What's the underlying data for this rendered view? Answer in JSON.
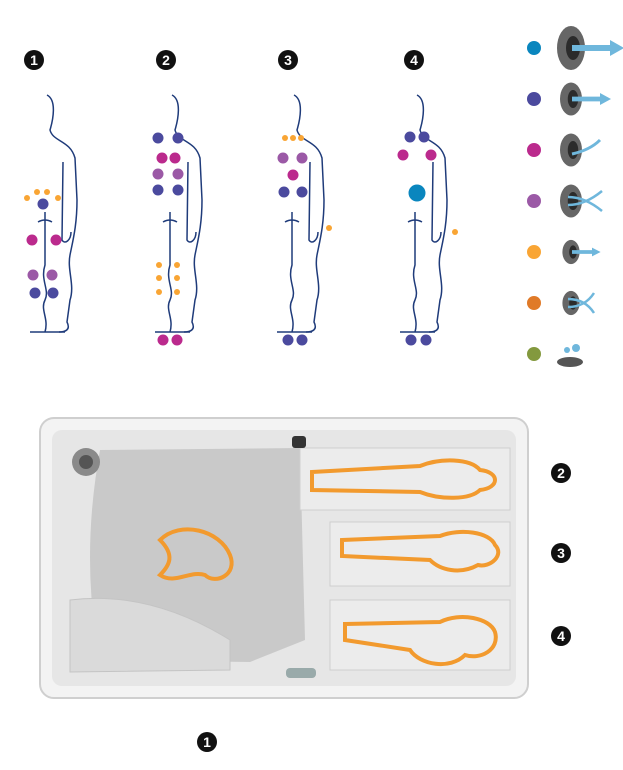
{
  "seat_labels": [
    "1",
    "2",
    "3",
    "4"
  ],
  "legend": [
    {
      "color": "#0a86be",
      "icon": "large-direct-jet-icon"
    },
    {
      "color": "#4b4a9e",
      "icon": "medium-direct-jet-icon"
    },
    {
      "color": "#bb2a8d",
      "icon": "rotating-jet-icon"
    },
    {
      "color": "#9b59a6",
      "icon": "twin-rotating-jet-icon"
    },
    {
      "color": "#f9a534",
      "icon": "small-direct-jet-icon"
    },
    {
      "color": "#e07a28",
      "icon": "small-twin-jet-icon"
    },
    {
      "color": "#83993e",
      "icon": "bubble-jet-icon"
    }
  ],
  "colors": {
    "outline": "#1f3b7a",
    "swimmer": "#f29a2e",
    "arrow": "#6fb7dc",
    "tub": "#d8d8d8"
  }
}
